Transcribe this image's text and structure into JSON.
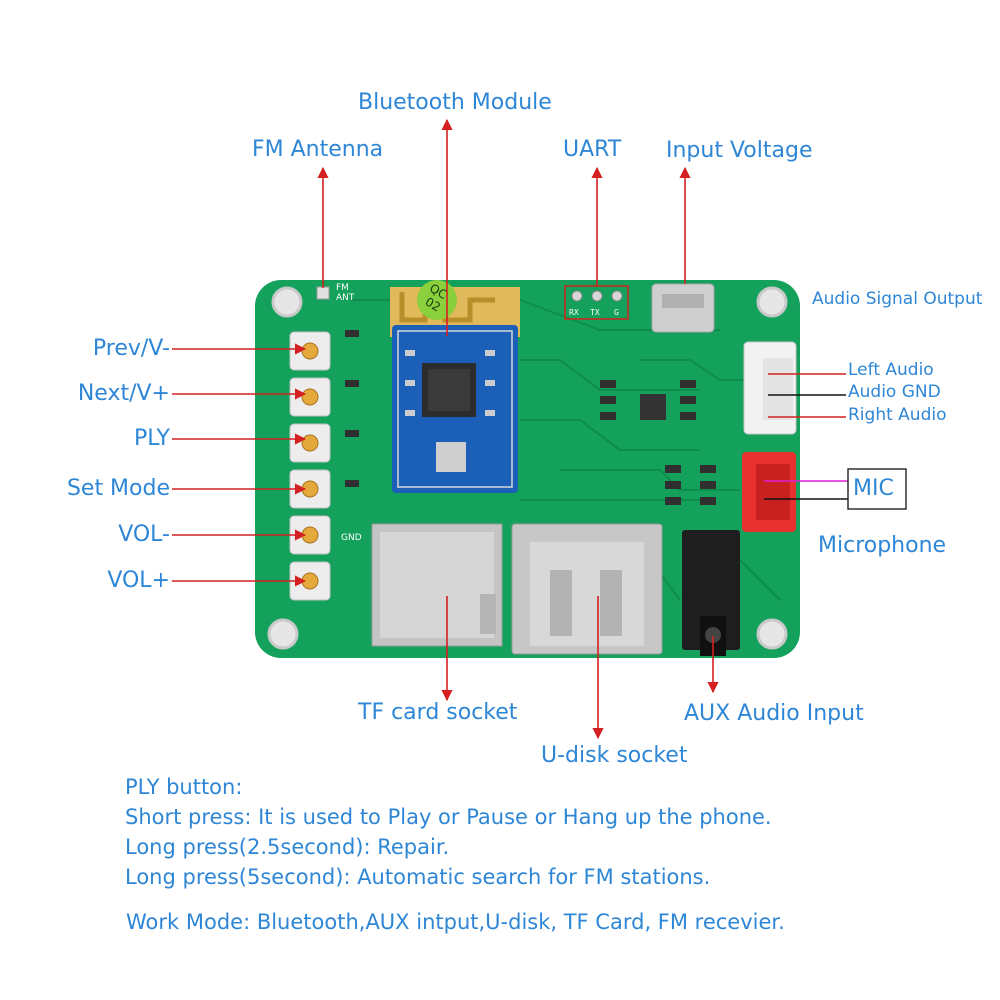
{
  "labels": {
    "bluetooth_module": "Bluetooth Module",
    "fm_antenna": "FM Antenna",
    "uart": "UART",
    "input_voltage": "Input Voltage",
    "audio_signal_output": "Audio Signal Output",
    "left_audio": "Left Audio",
    "audio_gnd": "Audio GND",
    "right_audio": "Right Audio",
    "mic": "MIC",
    "microphone": "Microphone",
    "aux_audio_input": "AUX Audio Input",
    "tf_card_socket": "TF card socket",
    "u_disk_socket": "U-disk socket"
  },
  "buttons": {
    "prev": "Prev/V-",
    "next": "Next/V+",
    "ply": "PLY",
    "set_mode": "Set Mode",
    "vol_minus": "VOL-",
    "vol_plus": "VOL+"
  },
  "board": {
    "uart_pins": [
      "RX",
      "TX",
      "G"
    ],
    "fm_ant": "FM ANT",
    "qc_sticker": "QC 02",
    "gnd": "GND"
  },
  "notes": {
    "title": "PLY button:",
    "line1": "Short press: It is used to Play or Pause or Hang up the phone.",
    "line2": "Long press(2.5second): Repair.",
    "line3": "Long press(5second): Automatic search for FM stations.",
    "work_mode": "Work Mode: Bluetooth,AUX intput,U-disk, TF Card, FM recevier."
  },
  "colors": {
    "label_blue": "#2e86d6",
    "arrow_red": "#d42020",
    "pcb_green": "#14a05a",
    "bt_module_blue": "#1c5fb8"
  }
}
